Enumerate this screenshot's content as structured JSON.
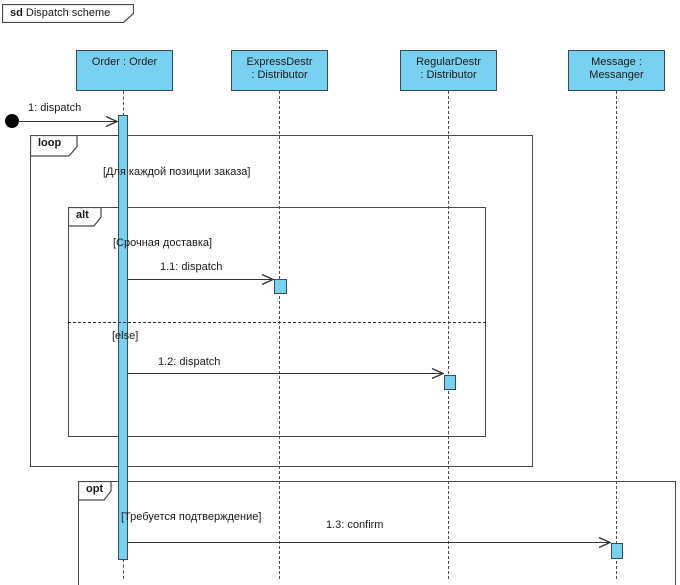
{
  "frame": {
    "keyword": "sd",
    "title": "Dispatch scheme"
  },
  "lifelines": [
    {
      "id": "order",
      "line1": "Order : Order",
      "line2": ""
    },
    {
      "id": "express",
      "line1": "ExpressDestr",
      "line2": ": Distributor"
    },
    {
      "id": "regular",
      "line1": "RegularDestr",
      "line2": ": Distributor"
    },
    {
      "id": "messanger",
      "line1": "Message :",
      "line2": "Messanger"
    }
  ],
  "fragments": {
    "loop": {
      "operator": "loop",
      "guard": "[Для каждой позиции заказа]"
    },
    "alt": {
      "operator": "alt",
      "guard_then": "[Срочная доставка]",
      "guard_else": "[else]"
    },
    "opt": {
      "operator": "opt",
      "guard": "[Требуется подтверждение]"
    }
  },
  "messages": {
    "m1": {
      "label": "1: dispatch"
    },
    "m1_1": {
      "label": "1.1: dispatch"
    },
    "m1_2": {
      "label": "1.2: dispatch"
    },
    "m1_3": {
      "label": "1.3: confirm"
    }
  },
  "colors": {
    "lifeline_fill": "#79D1F1",
    "shape_border": "#3B4B55",
    "frame_border": "#4A4A4A",
    "line_color": "#333333",
    "found_fill": "#000000"
  }
}
